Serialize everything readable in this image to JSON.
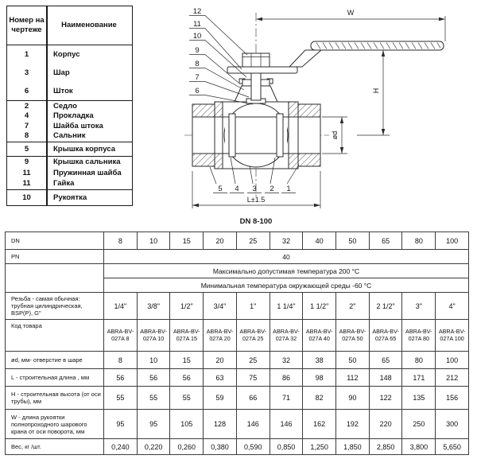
{
  "parts_table": {
    "col_number_header": "Номер на чертеже",
    "col_name_header": "Наименование",
    "groups": [
      {
        "items": [
          {
            "num": "1",
            "name": "Корпус"
          },
          {
            "num": "3",
            "name": "Шар"
          },
          {
            "num": "6",
            "name": "Шток"
          }
        ]
      },
      {
        "items": [
          {
            "num": "2",
            "name": "Седло"
          },
          {
            "num": "4",
            "name": "Прокладка"
          },
          {
            "num": "7",
            "name": "Шайба штока"
          },
          {
            "num": "8",
            "name": "Сальник"
          }
        ]
      },
      {
        "items": [
          {
            "num": "5",
            "name": "Крышка корпуса"
          }
        ]
      },
      {
        "items": [
          {
            "num": "9",
            "name": "Крышка сальника"
          },
          {
            "num": "11",
            "name": "Пружинная шайба"
          },
          {
            "num": "11",
            "name": "Гайка"
          }
        ]
      },
      {
        "items": [
          {
            "num": "10",
            "name": "Рукоятка"
          }
        ]
      }
    ]
  },
  "drawing": {
    "callouts_left": [
      "12",
      "11",
      "10",
      "9",
      "8",
      "7",
      "6"
    ],
    "callouts_bottom": [
      "5",
      "4",
      "3",
      "2",
      "1"
    ],
    "dims": {
      "w": "W",
      "h": "H",
      "d": "ød",
      "l": "L±1.5"
    },
    "caption": "DN 8-100"
  },
  "spec_table": {
    "dn_label": "DN",
    "dn_values": [
      "8",
      "10",
      "15",
      "20",
      "25",
      "32",
      "40",
      "50",
      "65",
      "80",
      "100"
    ],
    "pn_label": "PN",
    "pn_value": "40",
    "temp_max": "Максимально допустимая температура 200 °C",
    "temp_min": "Минимальная температура окружающей среды -60 °C",
    "rows": [
      {
        "label": "Резьба - самая обычная: трубная цилиндрическая, BSP(P), G\"",
        "values": [
          "1/4\"",
          "3/8\"",
          "1/2\"",
          "3/4\"",
          "1\"",
          "1 1/4\"",
          "1 1/2\"",
          "2\"",
          "2 1/2\"",
          "3\"",
          "4\""
        ]
      },
      {
        "label": "Код товара",
        "values": [
          "ABRA-BV-027A 8",
          "ABRA-BV-027A 10",
          "ABRA-BV-027A 15",
          "ABRA-BV-027A 20",
          "ABRA-BV-027A 25",
          "ABRA-BV-027A 32",
          "ABRA-BV-027A 40",
          "ABRA-BV-027A 50",
          "ABRA-BV-027A 65",
          "ABRA-BV-027A 80",
          "ABRA-BV-027A 100"
        ]
      },
      {
        "label": "ød, мм- отверстие в шаре",
        "values": [
          "8",
          "10",
          "15",
          "20",
          "25",
          "32",
          "38",
          "50",
          "65",
          "80",
          "100"
        ]
      },
      {
        "label": "L - строительная длина , мм",
        "values": [
          "56",
          "56",
          "56",
          "63",
          "75",
          "86",
          "98",
          "112",
          "148",
          "171",
          "212"
        ]
      },
      {
        "label": "H - строительная высота (от оси трубы), мм",
        "values": [
          "55",
          "55",
          "55",
          "59",
          "66",
          "71",
          "82",
          "90",
          "122",
          "135",
          "156"
        ]
      },
      {
        "label": "W - длина рукоятки полнопроходного шарового крана от оси поворота, мм",
        "values": [
          "95",
          "95",
          "105",
          "128",
          "146",
          "146",
          "162",
          "192",
          "220",
          "250",
          "300"
        ]
      },
      {
        "label": "Вес, кг /шт.",
        "values": [
          "0,240",
          "0,220",
          "0,260",
          "0,380",
          "0,590",
          "0,850",
          "1,250",
          "1,850",
          "2,850",
          "3,800",
          "5,650"
        ]
      }
    ]
  }
}
